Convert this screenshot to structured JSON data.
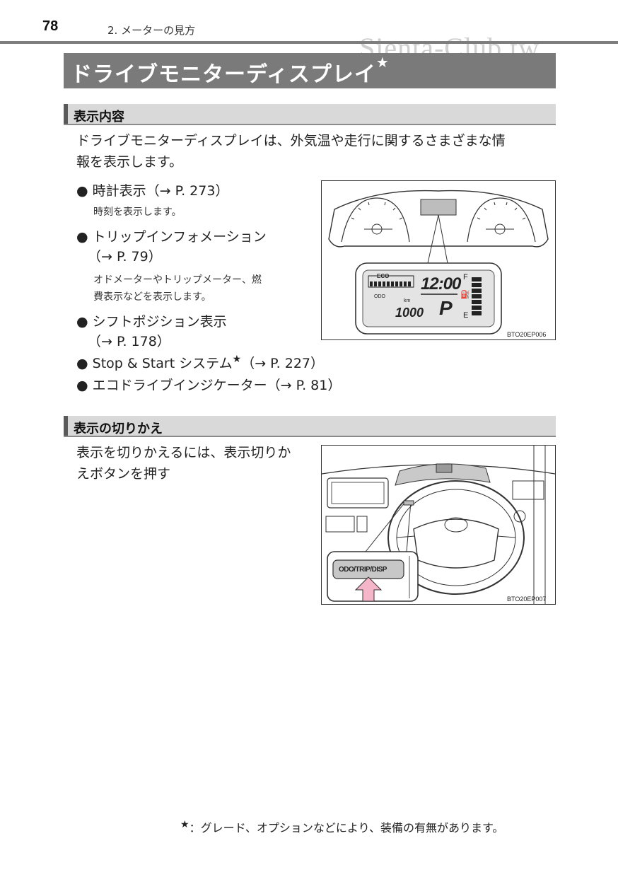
{
  "header": {
    "page_number": "78",
    "chapter": "2. メーターの見方"
  },
  "watermark": "Sienta-Club.tw",
  "title": {
    "text": "ドライブモニターディスプレイ",
    "star": "★"
  },
  "section1": {
    "heading": "表示内容",
    "intro_line1": "ドライブモニターディスプレイは、外気温や走行に関するさまざまな情",
    "intro_line2": "報を表示します。",
    "items": [
      {
        "bullet": "●",
        "label": "時計表示（→ P. 273）",
        "desc": "時刻を表示します。"
      },
      {
        "bullet": "●",
        "label": "トリップインフォメーション",
        "label2": "（→ P. 79）",
        "desc1": "オドメーターやトリップメーター、燃",
        "desc2": "費表示などを表示します。"
      },
      {
        "bullet": "●",
        "label": "シフトポジション表示",
        "label2": "（→ P. 178）"
      },
      {
        "bullet": "●",
        "label_pre": "Stop & Start システム",
        "star": "★",
        "label_post": "（→ P. 227）"
      },
      {
        "bullet": "●",
        "label": "エコドライブインジケーター（→ P. 81）"
      }
    ],
    "figure": {
      "code": "BTO20EP006",
      "eco": "ECO",
      "clock": "12:00",
      "odo": "1000",
      "odo_unit": "km",
      "gear": "P",
      "fuel_full": "F",
      "fuel_empty": "E",
      "odo_label": "ODO"
    }
  },
  "section2": {
    "heading": "表示の切りかえ",
    "text_line1": "表示を切りかえるには、表示切りか",
    "text_line2": "えボタンを押す",
    "figure": {
      "code": "BTO20EP007",
      "button_label": "ODO/TRIP/DISP"
    }
  },
  "footnote": {
    "star": "★",
    "text": "：グレード、オプションなどにより、装備の有無があります。"
  }
}
